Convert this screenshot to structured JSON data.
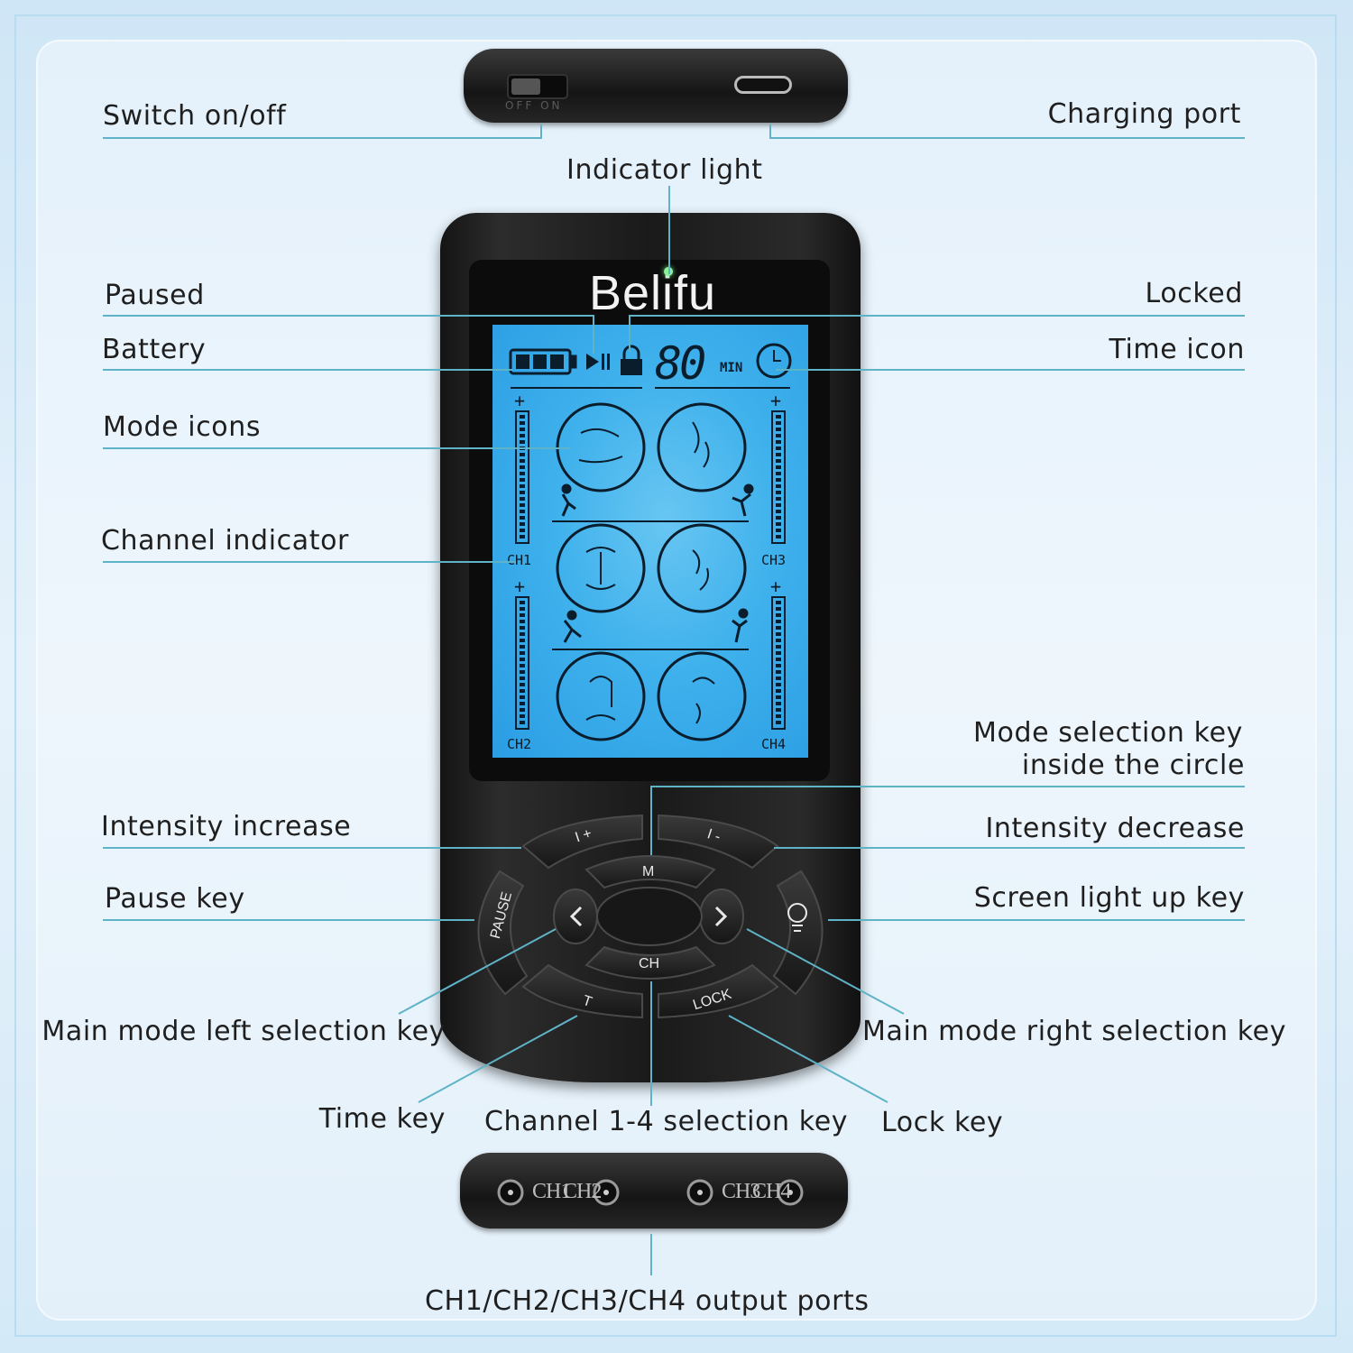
{
  "labels": {
    "switch": "Switch on/off",
    "charging": "Charging port",
    "indicator": "Indicator light",
    "paused": "Paused",
    "locked": "Locked",
    "battery": "Battery",
    "time_icon": "Time icon",
    "mode_icons": "Mode icons",
    "channel_indicator": "Channel indicator",
    "mode_selection_line1": "Mode selection key",
    "mode_selection_line2": "inside the circle",
    "intensity_increase": "Intensity increase",
    "intensity_decrease": "Intensity decrease",
    "pause_key": "Pause key",
    "screen_light": "Screen light up key",
    "main_left": "Main mode left selection key",
    "main_right": "Main mode right selection key",
    "time_key": "Time key",
    "channel_select": "Channel 1-4 selection key",
    "lock_key": "Lock key",
    "output_ports": "CH1/CH2/CH3/CH4 output ports"
  },
  "device": {
    "brand": "Belifu",
    "switch_text": "OFF ON",
    "lcd": {
      "digits": "80",
      "unit": "MIN",
      "ch1": "CH1",
      "ch2": "CH2",
      "ch3": "CH3",
      "ch4": "CH4",
      "plus": "+",
      "minus": "−"
    },
    "keys": {
      "i_plus": "I +",
      "i_minus": "I -",
      "m": "M",
      "ch": "CH",
      "pause": "PAUSE",
      "t": "T",
      "lock": "LOCK"
    },
    "ports": {
      "ch1": "CH1",
      "ch2": "CH2",
      "ch3": "CH3",
      "ch4": "CH4"
    }
  },
  "colors": {
    "leader": "#5fb3c7",
    "lcd": "#3fb1ec",
    "device": "#1c1c1c"
  }
}
